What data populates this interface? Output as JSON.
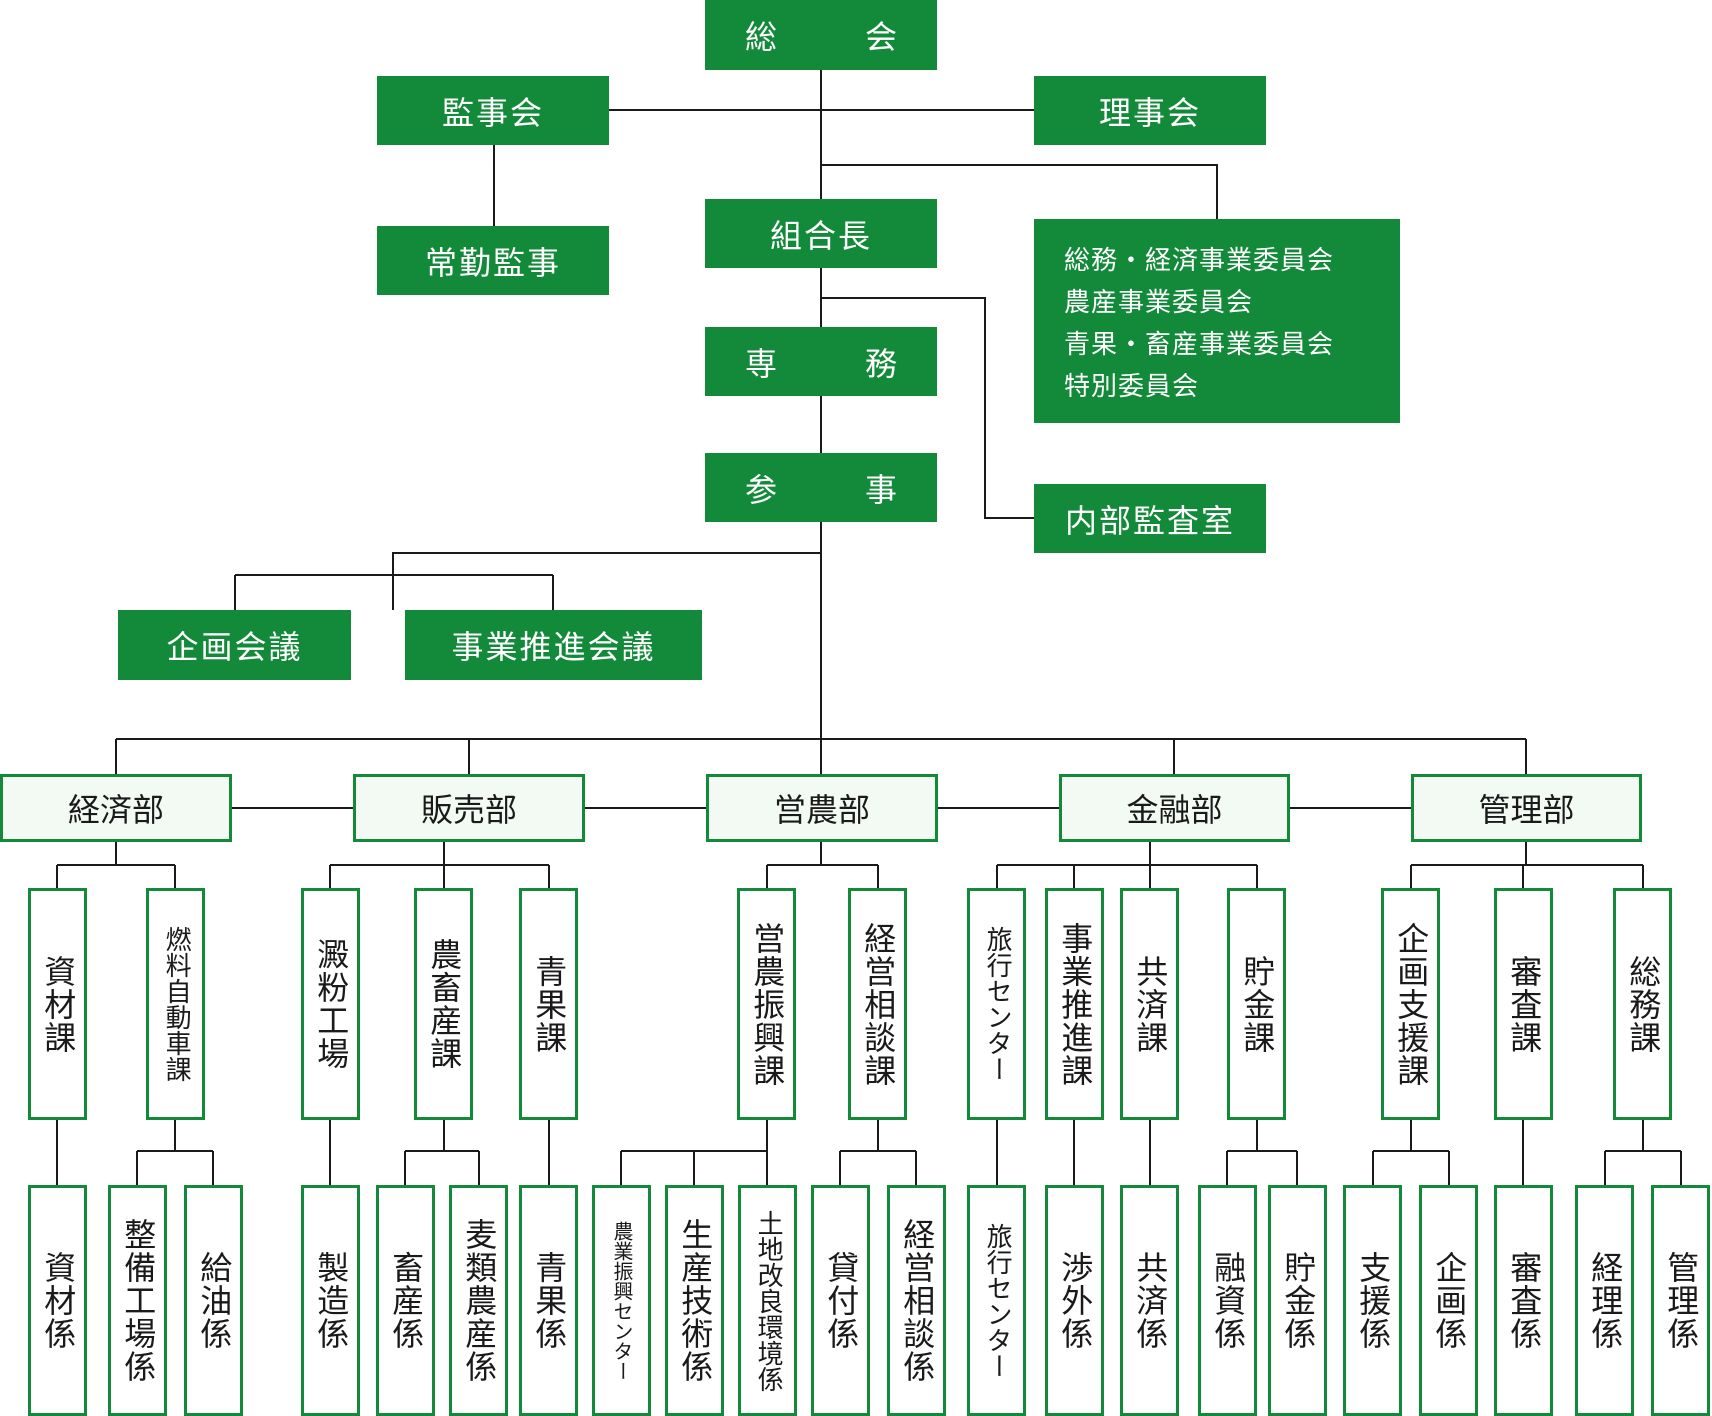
{
  "top": {
    "general_meeting": "総　会",
    "auditors": "監事会",
    "board": "理事会",
    "standing_auditor": "常勤監事",
    "president": "組合長",
    "executive_director": "専　務",
    "counselor": "参　事",
    "internal_audit": "内部監査室",
    "planning_meeting": "企画会議",
    "business_meeting": "事業推進会議"
  },
  "committees": [
    "総務・経済事業委員会",
    "農産事業委員会",
    "青果・畜産事業委員会",
    "特別委員会"
  ],
  "departments": [
    {
      "name": "経済部",
      "sections": [
        {
          "name": "資材課",
          "units": [
            "資材係"
          ]
        },
        {
          "name": "燃料自動車課",
          "units": [
            "整備工場係",
            "給油係"
          ]
        }
      ]
    },
    {
      "name": "販売部",
      "sections": [
        {
          "name": "澱粉工場",
          "units": [
            "製造係"
          ]
        },
        {
          "name": "農畜産課",
          "units": [
            "畜産係",
            "麦類農産係"
          ]
        },
        {
          "name": "青果課",
          "units": [
            "青果係"
          ]
        }
      ]
    },
    {
      "name": "営農部",
      "sections": [
        {
          "name": "営農振興課",
          "units": [
            "農業振興センター",
            "生産技術係",
            "土地改良環境係"
          ]
        },
        {
          "name": "経営相談課",
          "units": [
            "貸付係",
            "経営相談係"
          ]
        }
      ]
    },
    {
      "name": "金融部",
      "sections": [
        {
          "name": "旅行センター",
          "units": [
            "旅行センター"
          ]
        },
        {
          "name": "事業推進課",
          "units": [
            "渉外係"
          ]
        },
        {
          "name": "共済課",
          "units": [
            "共済係"
          ]
        },
        {
          "name": "貯金課",
          "units": [
            "融資係",
            "貯金係"
          ]
        }
      ]
    },
    {
      "name": "管理部",
      "sections": [
        {
          "name": "企画支援課",
          "units": [
            "支援係",
            "企画係"
          ]
        },
        {
          "name": "審査課",
          "units": [
            "審査係"
          ]
        },
        {
          "name": "総務課",
          "units": [
            "経理係",
            "管理係"
          ]
        }
      ]
    }
  ],
  "colors": {
    "green": "#138a3a",
    "line": "#1a1a1a",
    "dept_fill": "#f3f9f3"
  }
}
